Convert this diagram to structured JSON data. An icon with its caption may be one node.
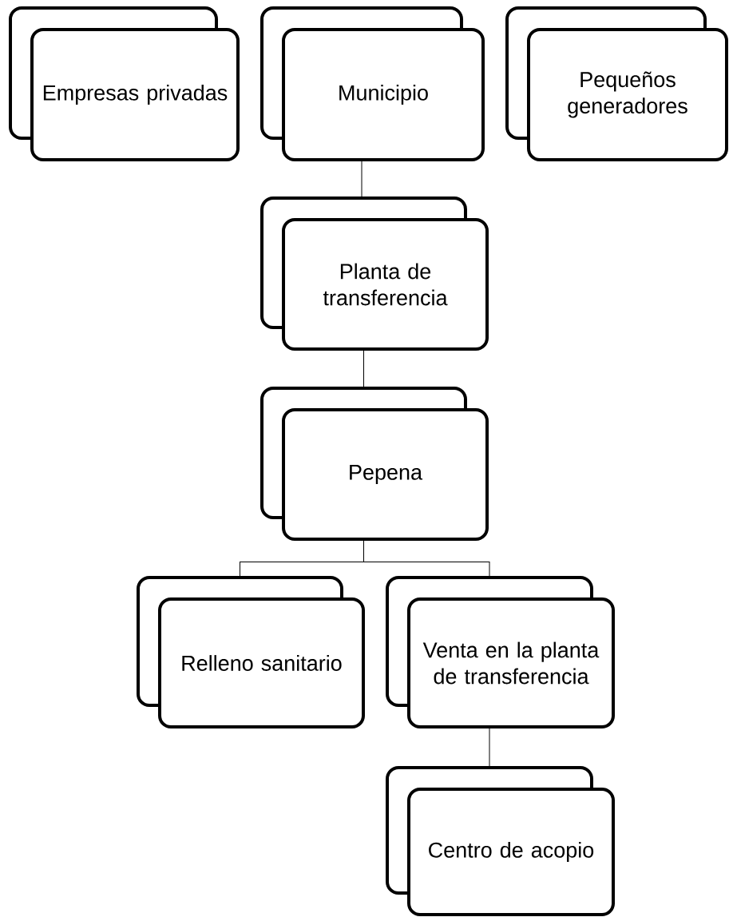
{
  "diagram": {
    "nodes": [
      {
        "text": [
          "Empresas privadas"
        ]
      },
      {
        "text": [
          "Municipio"
        ]
      },
      {
        "text": [
          "Pequeños generadores"
        ]
      },
      {
        "text": [
          "Planta de transferencia"
        ]
      },
      {
        "text": [
          "Pepena"
        ]
      },
      {
        "text": [
          "Relleno sanitario"
        ]
      },
      {
        "text": [
          "Venta en la planta de transferencia"
        ]
      },
      {
        "text": [
          "Centro de acopio"
        ]
      }
    ],
    "edges": [
      {
        "from": 1,
        "to": 3,
        "arrow": "none"
      },
      {
        "from": 3,
        "to": 4,
        "arrow": "none"
      },
      {
        "from": 4,
        "to": 5,
        "arrow": "none"
      },
      {
        "from": 4,
        "to": 6,
        "arrow": "none"
      },
      {
        "from": 6,
        "to": 7,
        "arrow": "none"
      }
    ]
  }
}
